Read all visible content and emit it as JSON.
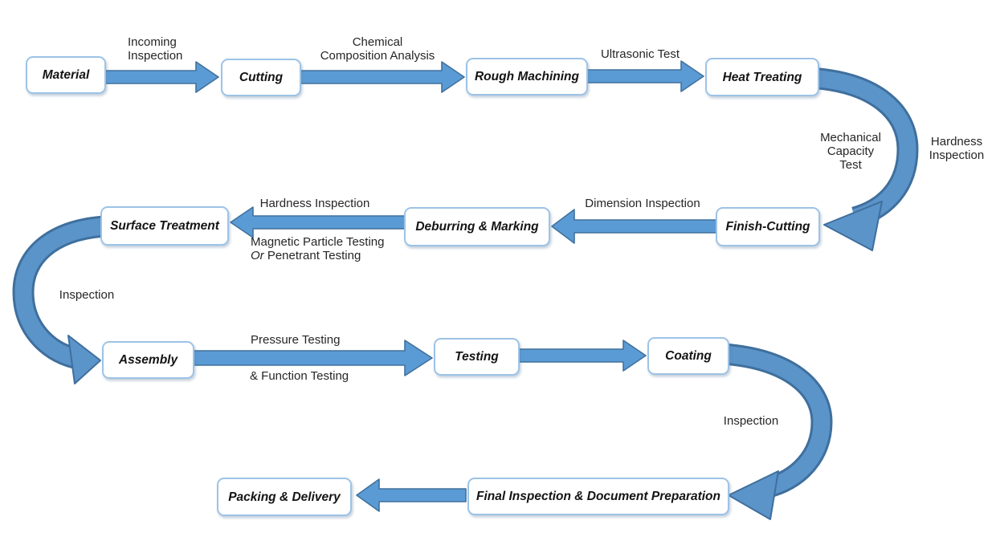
{
  "nodes": {
    "material": "Material",
    "cutting": "Cutting",
    "rough_machining": "Rough Machining",
    "heat_treating": "Heat Treating",
    "finish_cutting": "Finish-Cutting",
    "deburring_marking": "Deburring & Marking",
    "surface_treatment": "Surface Treatment",
    "assembly": "Assembly",
    "testing": "Testing",
    "coating": "Coating",
    "final_inspection": "Final Inspection & Document Preparation",
    "packing_delivery": "Packing & Delivery"
  },
  "edges": [
    {
      "from": "Material",
      "to": "Cutting",
      "labels": [
        "Incoming\nInspection"
      ]
    },
    {
      "from": "Cutting",
      "to": "Rough Machining",
      "labels": [
        "Chemical\nComposition Analysis"
      ]
    },
    {
      "from": "Rough Machining",
      "to": "Heat Treating",
      "labels": [
        "Ultrasonic Test"
      ]
    },
    {
      "from": "Heat Treating",
      "to": "Finish-Cutting",
      "labels": [
        "Mechanical\nCapacity\nTest",
        "Hardness\nInspection"
      ]
    },
    {
      "from": "Finish-Cutting",
      "to": "Deburring & Marking",
      "labels": [
        "Dimension Inspection"
      ]
    },
    {
      "from": "Deburring & Marking",
      "to": "Surface Treatment",
      "labels": [
        "Hardness Inspection",
        "Magnetic Particle Testing",
        "Or",
        " Penetrant Testing"
      ]
    },
    {
      "from": "Surface Treatment",
      "to": "Assembly",
      "labels": [
        "Inspection"
      ]
    },
    {
      "from": "Assembly",
      "to": "Testing",
      "labels": [
        "Pressure Testing",
        "& Function Testing"
      ]
    },
    {
      "from": "Testing",
      "to": "Coating",
      "labels": []
    },
    {
      "from": "Coating",
      "to": "Final Inspection & Document Preparation",
      "labels": [
        "Inspection"
      ]
    },
    {
      "from": "Final Inspection & Document Preparation",
      "to": "Packing & Delivery",
      "labels": []
    }
  ],
  "colors": {
    "arrow_fill": "#5b9bd5",
    "arrow_outline": "#41719c",
    "curve_fill": "#5b94c9",
    "curve_outline": "#3f6f9d",
    "box_border": "#9dc3e6",
    "box_fill": "#ffffff",
    "text": "#262626"
  }
}
